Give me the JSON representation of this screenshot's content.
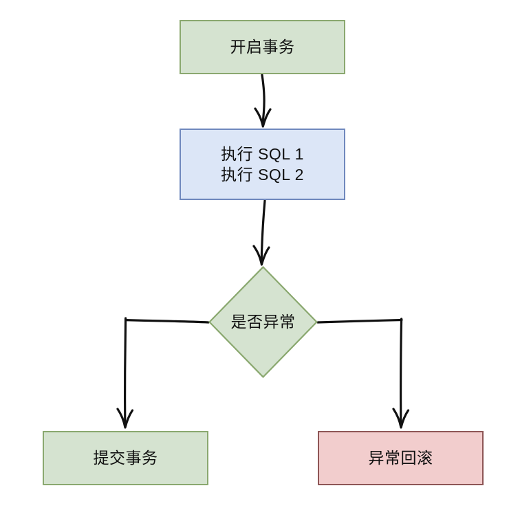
{
  "diagram": {
    "type": "flowchart",
    "title": "",
    "style": "hand-drawn",
    "background_color": "#ffffff",
    "edge_color": "#111111",
    "nodes": [
      {
        "id": "start",
        "shape": "rectangle",
        "label": "开启事务",
        "fill": "#d5e3d0",
        "stroke": "#8aa86f"
      },
      {
        "id": "sql",
        "shape": "rectangle",
        "label": "执行 SQL 1\n执行 SQL 2",
        "fill": "#dce6f7",
        "stroke": "#6f88bd"
      },
      {
        "id": "decision",
        "shape": "diamond",
        "label": "是否异常",
        "fill": "#d5e3d0",
        "stroke": "#8aa86f"
      },
      {
        "id": "commit",
        "shape": "rectangle",
        "label": "提交事务",
        "fill": "#d5e3d0",
        "stroke": "#8aa86f"
      },
      {
        "id": "rollback",
        "shape": "rectangle",
        "label": "异常回滚",
        "fill": "#f2cdcd",
        "stroke": "#8e5656"
      }
    ],
    "edges": [
      {
        "id": "start-to-sql",
        "from": "start",
        "to": "sql",
        "label": ""
      },
      {
        "id": "sql-to-decision",
        "from": "sql",
        "to": "decision",
        "label": ""
      },
      {
        "id": "decision-to-commit",
        "from": "decision",
        "to": "commit",
        "label": ""
      },
      {
        "id": "decision-to-rollback",
        "from": "decision",
        "to": "rollback",
        "label": ""
      }
    ]
  }
}
